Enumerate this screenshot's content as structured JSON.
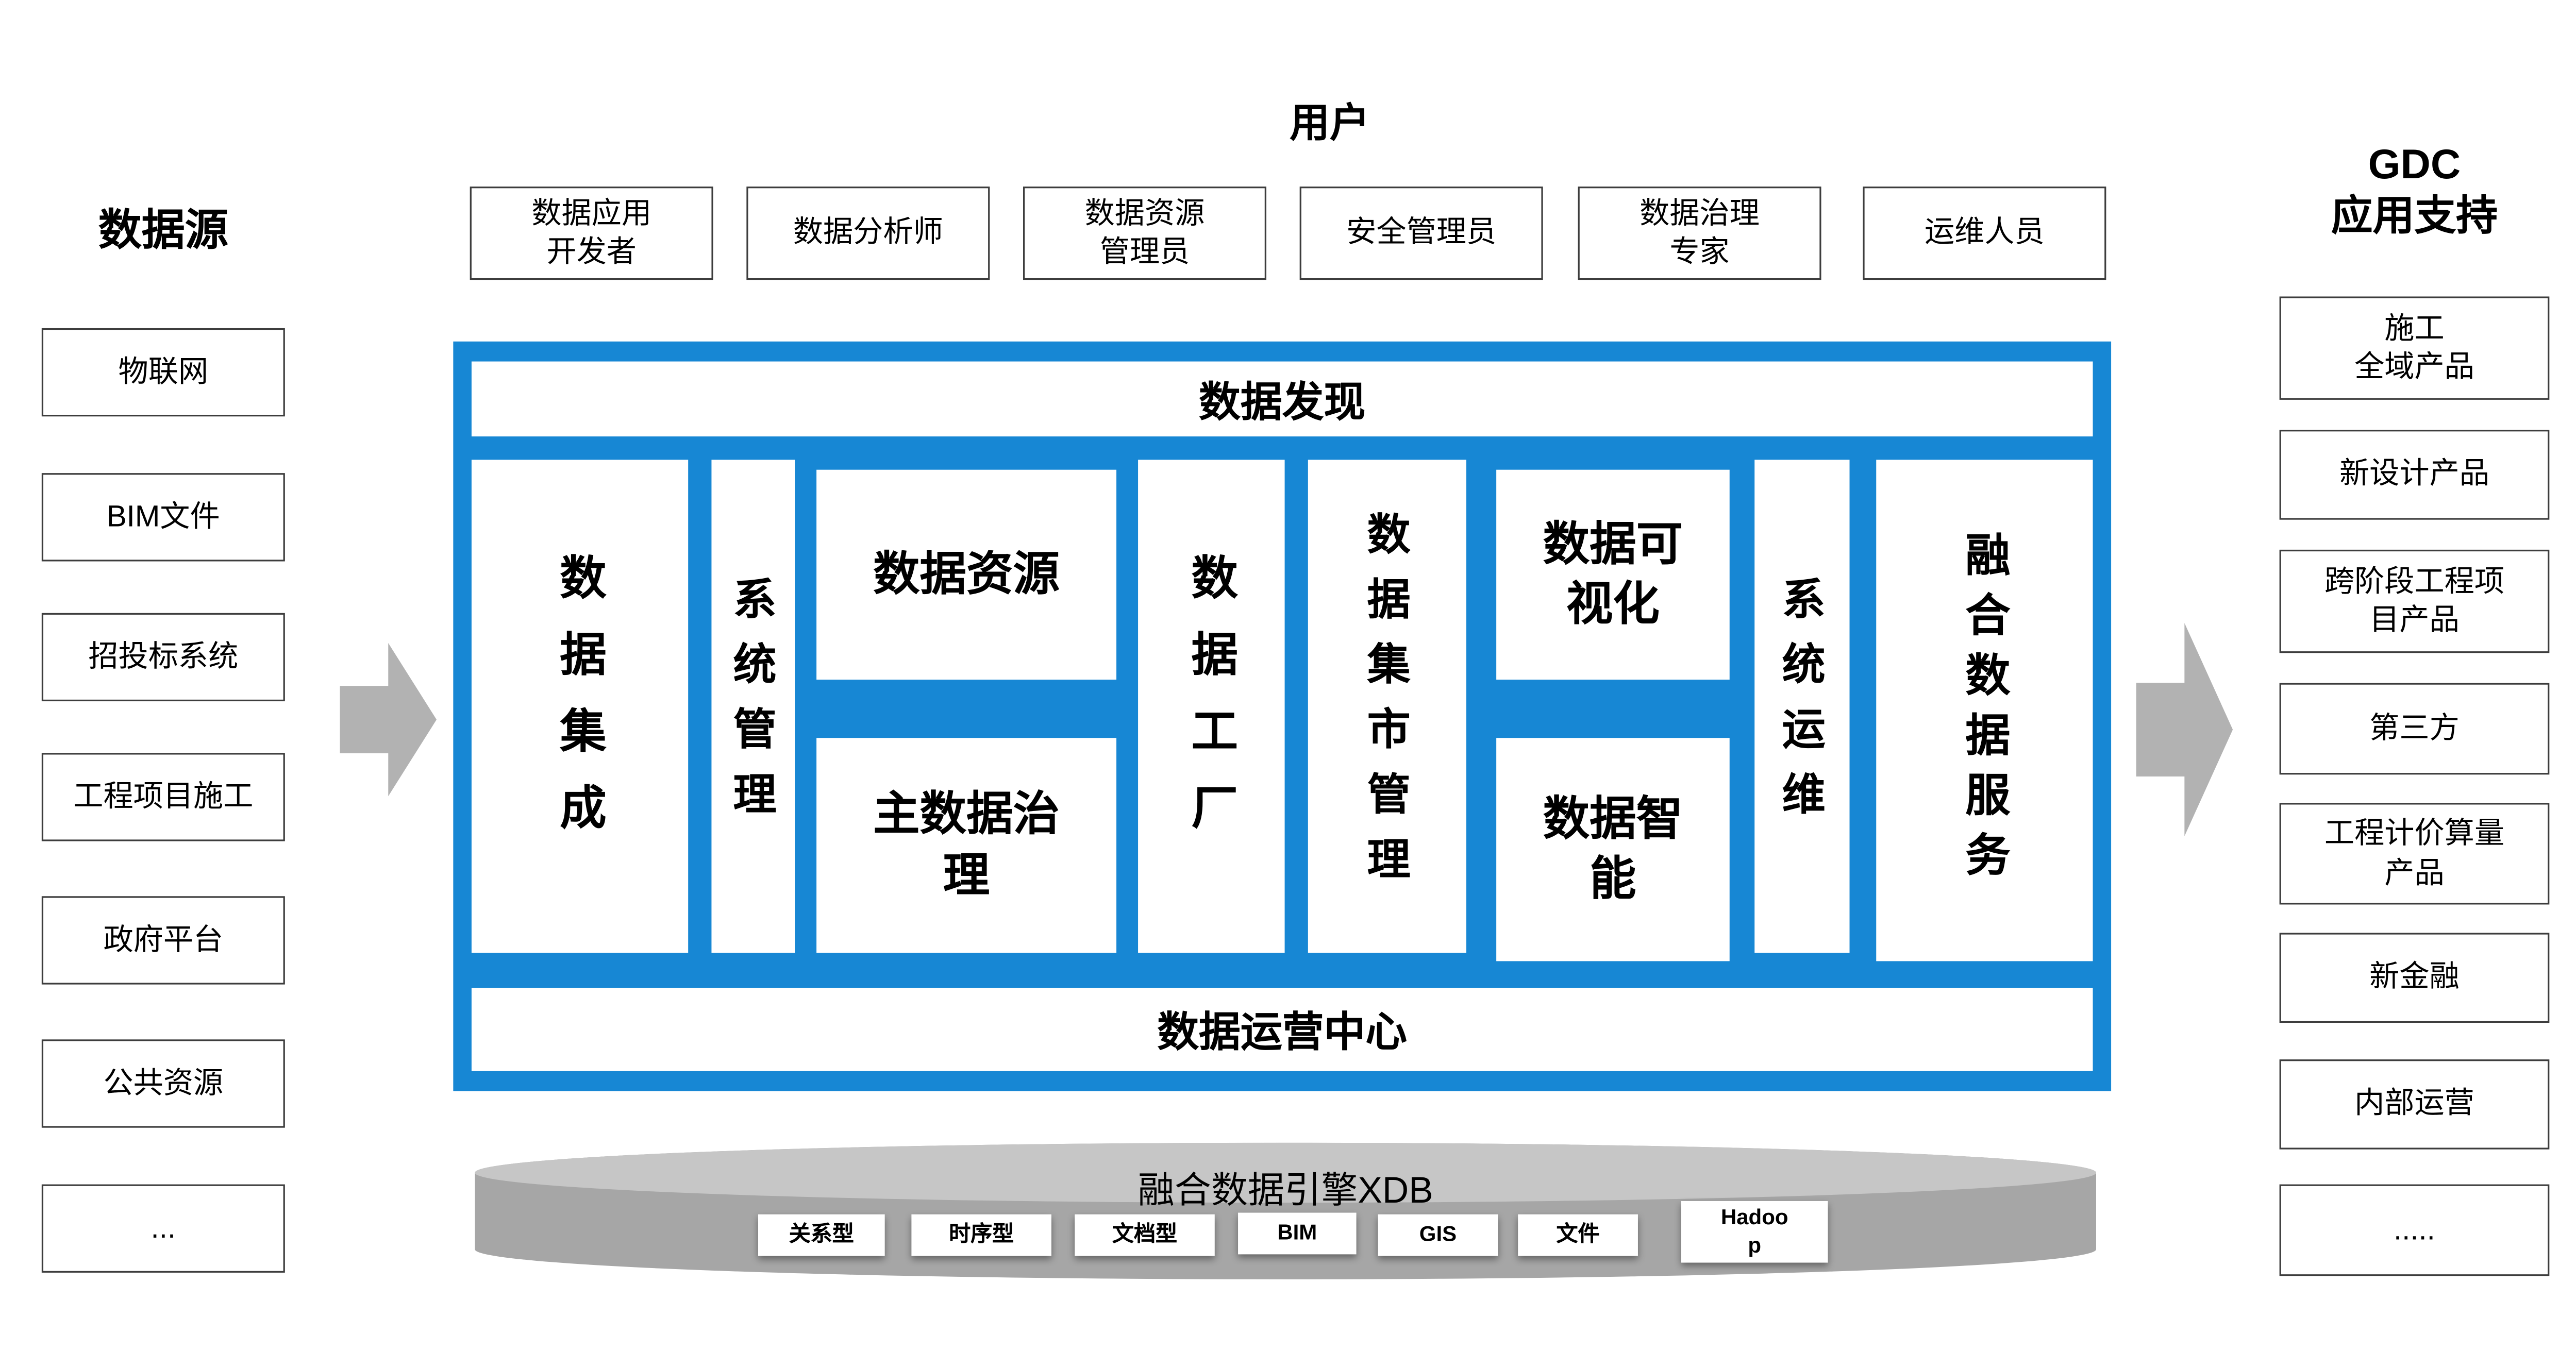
{
  "colors": {
    "accent_blue": "#1787d4",
    "arrow_gray": "#b2b2b2",
    "cylinder_body": "#a6a6a6",
    "cylinder_top": "#c6c6c6"
  },
  "left_panel": {
    "title": "数据源",
    "items": [
      "物联网",
      "BIM文件",
      "招投标系统",
      "工程项目施工",
      "政府平台",
      "公共资源",
      "..."
    ]
  },
  "users": {
    "title": "用户",
    "items": [
      "数据应用\n开发者",
      "数据分析师",
      "数据资源\n管理员",
      "安全管理员",
      "数据治理\n专家",
      "运维人员"
    ]
  },
  "platform": {
    "discovery_bar": "数据发现",
    "operations_bar": "数据运营中心",
    "columns": {
      "data_integration": "数据集成",
      "system_management": "系统管理",
      "data_resource": "数据资源",
      "master_data_governance": "主数据治\n理",
      "data_factory": "数据工厂",
      "data_mart_management": "数据集市管理",
      "data_visualization": "数据可\n视化",
      "data_intelligence": "数据智\n能",
      "system_operations": "系统运维",
      "fused_data_service": "融合数据服务"
    }
  },
  "right_panel": {
    "title": "GDC\n应用支持",
    "items": [
      "施工\n全域产品",
      "新设计产品",
      "跨阶段工程项\n目产品",
      "第三方",
      "工程计价算量\n产品",
      "新金融",
      "内部运营",
      "....."
    ]
  },
  "engine": {
    "title": "融合数据引擎XDB",
    "stores": [
      "关系型",
      "时序型",
      "文档型",
      "BIM",
      "GIS",
      "文件",
      "Hadoop"
    ]
  }
}
